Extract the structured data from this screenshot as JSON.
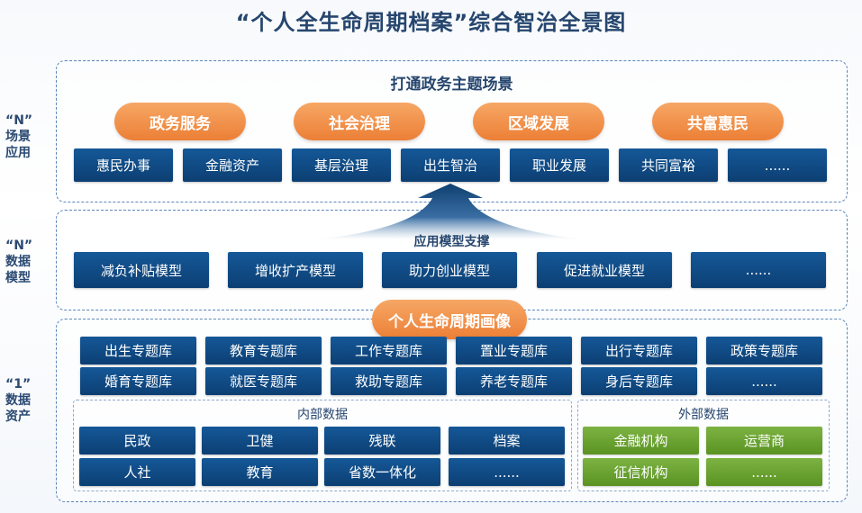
{
  "title": "“个人全生命周期档案”综合智治全景图",
  "layers": {
    "scene": [
      "“N”",
      "场景",
      "应用"
    ],
    "model": [
      "“N”",
      "数据",
      "模型"
    ],
    "asset": [
      "“1”",
      "数据",
      "资产"
    ]
  },
  "scene_panel": {
    "title": "打通政务主题场景",
    "pills": [
      "政务服务",
      "社会治理",
      "区域发展",
      "共富惠民"
    ],
    "boxes": [
      "惠民办事",
      "金融资产",
      "基层治理",
      "出生智治",
      "职业发展",
      "共同富裕",
      "......"
    ]
  },
  "model_panel": {
    "title": "应用模型支撑",
    "boxes": [
      "减负补贴模型",
      "增收扩产模型",
      "助力创业模型",
      "促进就业模型",
      "......"
    ]
  },
  "asset_panel": {
    "pill": "个人生命周期画像",
    "topics_row1": [
      "出生专题库",
      "教育专题库",
      "工作专题库",
      "置业专题库",
      "出行专题库",
      "政策专题库"
    ],
    "topics_row2": [
      "婚育专题库",
      "就医专题库",
      "救助专题库",
      "养老专题库",
      "身后专题库",
      "......"
    ],
    "internal": {
      "title": "内部数据",
      "row1": [
        "民政",
        "卫健",
        "残联",
        "档案"
      ],
      "row2": [
        "人社",
        "教育",
        "省数一体化",
        "......"
      ]
    },
    "external": {
      "title": "外部数据",
      "row1": [
        "金融机构",
        "运营商"
      ],
      "row2": [
        "征信机构",
        "......"
      ]
    }
  },
  "colors": {
    "navy": "#0f4a84",
    "orange": "#ec7f36",
    "green": "#6aa332",
    "dashed_border": "#5b86b8"
  }
}
